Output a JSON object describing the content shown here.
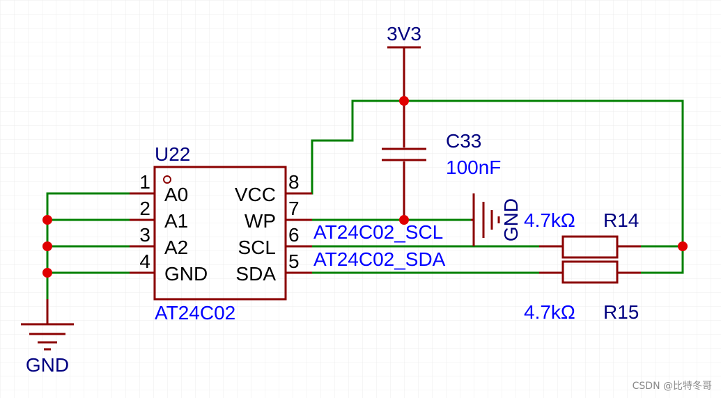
{
  "colors": {
    "wire": "#008000",
    "component": "#8b0000",
    "junction": "#e00000",
    "ref_text": "#000080",
    "value_text": "#0000ff",
    "grid": "#ececec",
    "watermark": "#888888"
  },
  "power": {
    "vcc_label": "3V3",
    "gnd_label_main": "GND",
    "gnd_label_cap": "GND"
  },
  "ic": {
    "designator": "U22",
    "part": "AT24C02",
    "pins": [
      {
        "number": "1",
        "name": "A0"
      },
      {
        "number": "2",
        "name": "A1"
      },
      {
        "number": "3",
        "name": "A2"
      },
      {
        "number": "4",
        "name": "GND"
      },
      {
        "number": "8",
        "name": "VCC"
      },
      {
        "number": "7",
        "name": "WP"
      },
      {
        "number": "6",
        "name": "SCL"
      },
      {
        "number": "5",
        "name": "SDA"
      }
    ]
  },
  "nets": {
    "scl": "AT24C02_SCL",
    "sda": "AT24C02_SDA"
  },
  "capacitor": {
    "designator": "C33",
    "value": "100nF"
  },
  "resistors": [
    {
      "designator": "R14",
      "value": "4.7kΩ"
    },
    {
      "designator": "R15",
      "value": "4.7kΩ"
    }
  ],
  "watermark": "CSDN @比特冬哥"
}
